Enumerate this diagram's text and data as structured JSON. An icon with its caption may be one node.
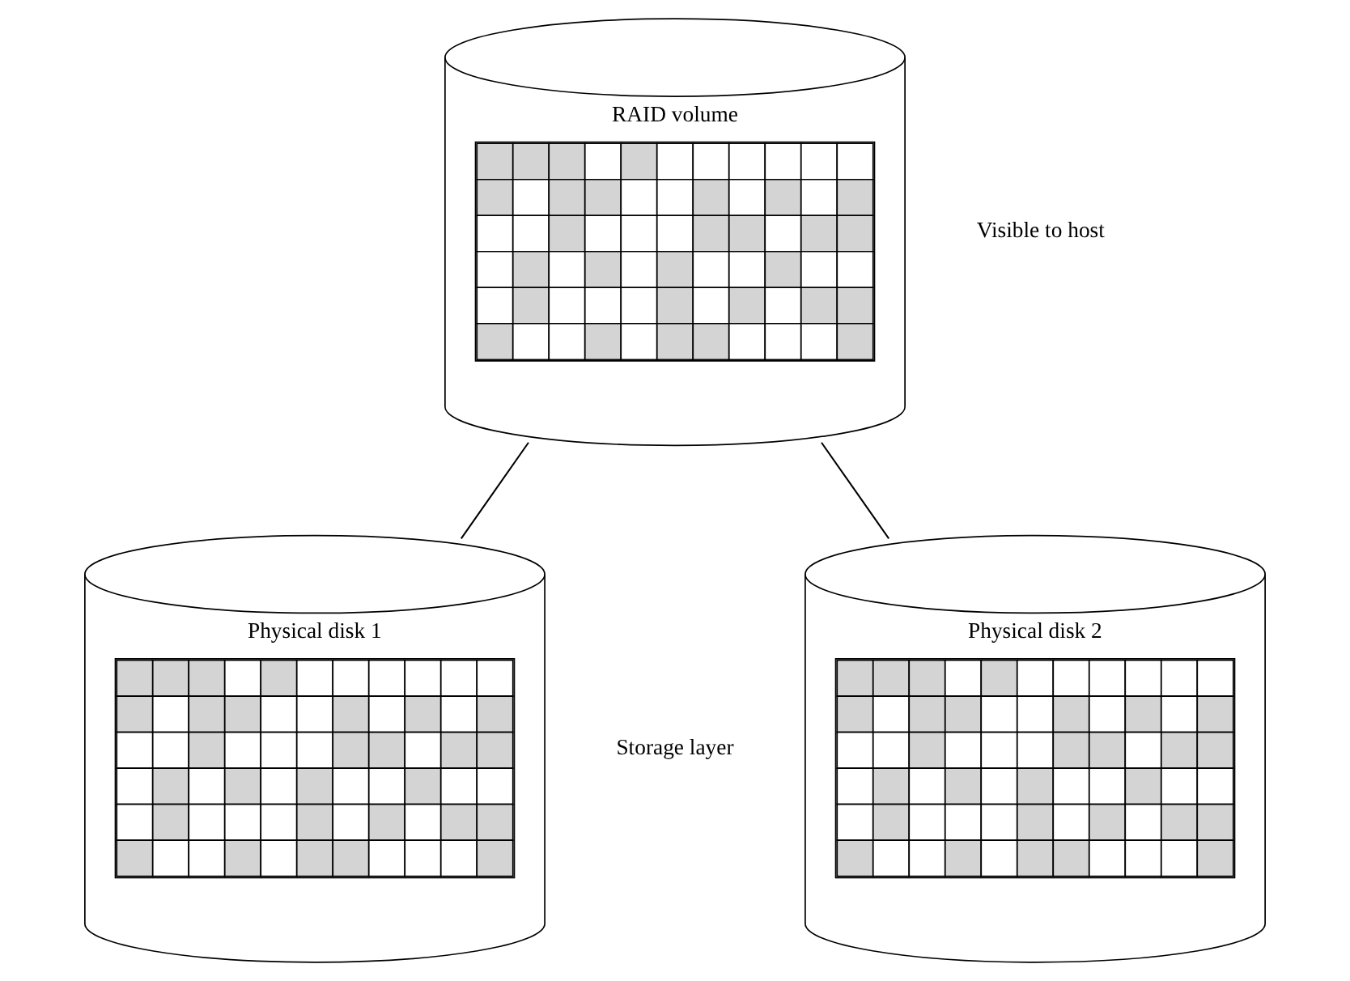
{
  "diagram": {
    "nodes": [
      {
        "text": [
          "RAID volume"
        ]
      },
      {
        "text": [
          "Physical disk 1"
        ]
      },
      {
        "text": [
          "Physical disk 2"
        ]
      }
    ],
    "edges": [
      {
        "from": 0,
        "to": 1,
        "arrow": "none"
      },
      {
        "from": 0,
        "to": 2,
        "arrow": "none"
      }
    ],
    "labels": [
      "Visible to host",
      "Storage layer"
    ]
  }
}
